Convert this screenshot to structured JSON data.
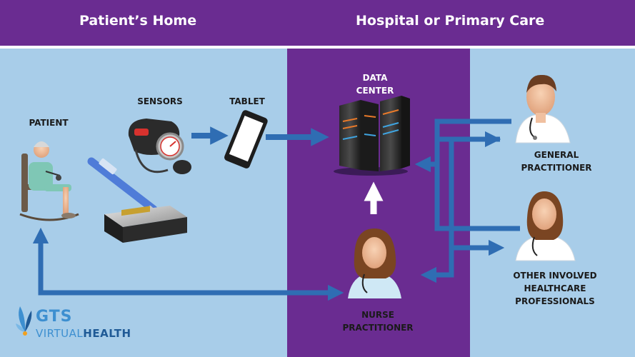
{
  "header": {
    "left_title": "Patient’s Home",
    "right_title": "Hospital or Primary Care"
  },
  "labels": {
    "patient": "PATIENT",
    "sensors": "SENSORS",
    "tablet": "TABLET",
    "data_center_1": "DATA",
    "data_center_2": "CENTER",
    "gp_1": "GENERAL",
    "gp_2": "PRACTITIONER",
    "other_1": "OTHER INVOLVED",
    "other_2": "HEALTHCARE",
    "other_3": "PROFESSIONALS",
    "nurse_1": "NURSE",
    "nurse_2": "PRACTITIONER"
  },
  "logo": {
    "brand": "GTS",
    "line2_a": "VIRTUAL",
    "line2_b": "HEALTH"
  },
  "colors": {
    "header": "#6a2c91",
    "light_panel": "#a8cde9",
    "arrow": "#2f6db3"
  }
}
